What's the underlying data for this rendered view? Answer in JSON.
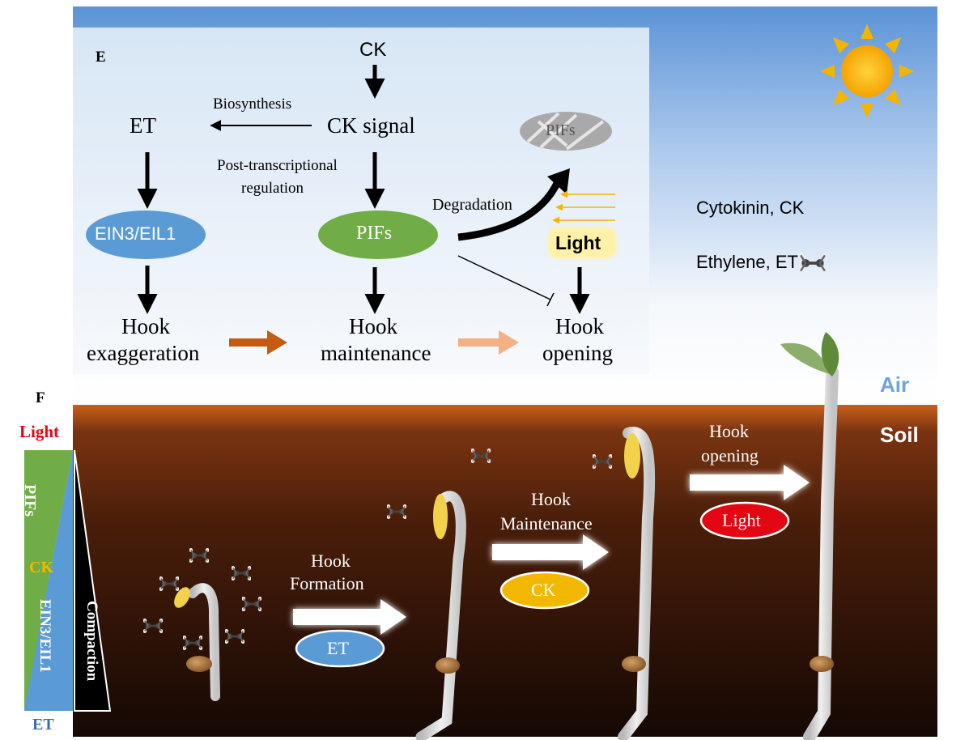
{
  "panel_e": {
    "tag": "E",
    "ck": "CK",
    "ck_signal": "CK signal",
    "et": "ET",
    "biosynthesis": "Biosynthesis",
    "post_transcriptional_1": "Post-transcriptional",
    "post_transcriptional_2": "regulation",
    "ein3": "EIN3/EIL1",
    "pifs": "PIFs",
    "pifs_degraded": "PIFs",
    "degradation": "Degradation",
    "light": "Light",
    "hook_exaggeration_1": "Hook",
    "hook_exaggeration_2": "exaggeration",
    "hook_maintenance_1": "Hook",
    "hook_maintenance_2": "maintenance",
    "hook_opening_1": "Hook",
    "hook_opening_2": "opening"
  },
  "legend": {
    "cytokinin": "Cytokinin, CK",
    "ethylene": "Ethylene, ET"
  },
  "panel_f": {
    "tag": "F",
    "air": "Air",
    "soil": "Soil",
    "side_light": "Light",
    "side_pifs": "PIFs",
    "side_ck": "CK",
    "side_ein3": "EIN3/EIL1",
    "side_et": "ET",
    "compaction": "Compaction",
    "stage1_1": "Hook",
    "stage1_2": "Formation",
    "stage1_badge": "ET",
    "stage2_1": "Hook",
    "stage2_2": "Maintenance",
    "stage2_badge": "CK",
    "stage3_1": "Hook",
    "stage3_2": "opening",
    "stage3_badge": "Light"
  },
  "colors": {
    "sky_top": "#5b93d6",
    "sky_bottom": "#ffffff",
    "soil_top": "#c9601c",
    "soil_bottom": "#1a0b05",
    "ein3_blue": "#5b9bd5",
    "pifs_green": "#70ad47",
    "ck_yellow": "#f2b800",
    "light_red": "#e30613",
    "orange_arrow": "#c55a11",
    "peach_arrow": "#f4b183"
  }
}
